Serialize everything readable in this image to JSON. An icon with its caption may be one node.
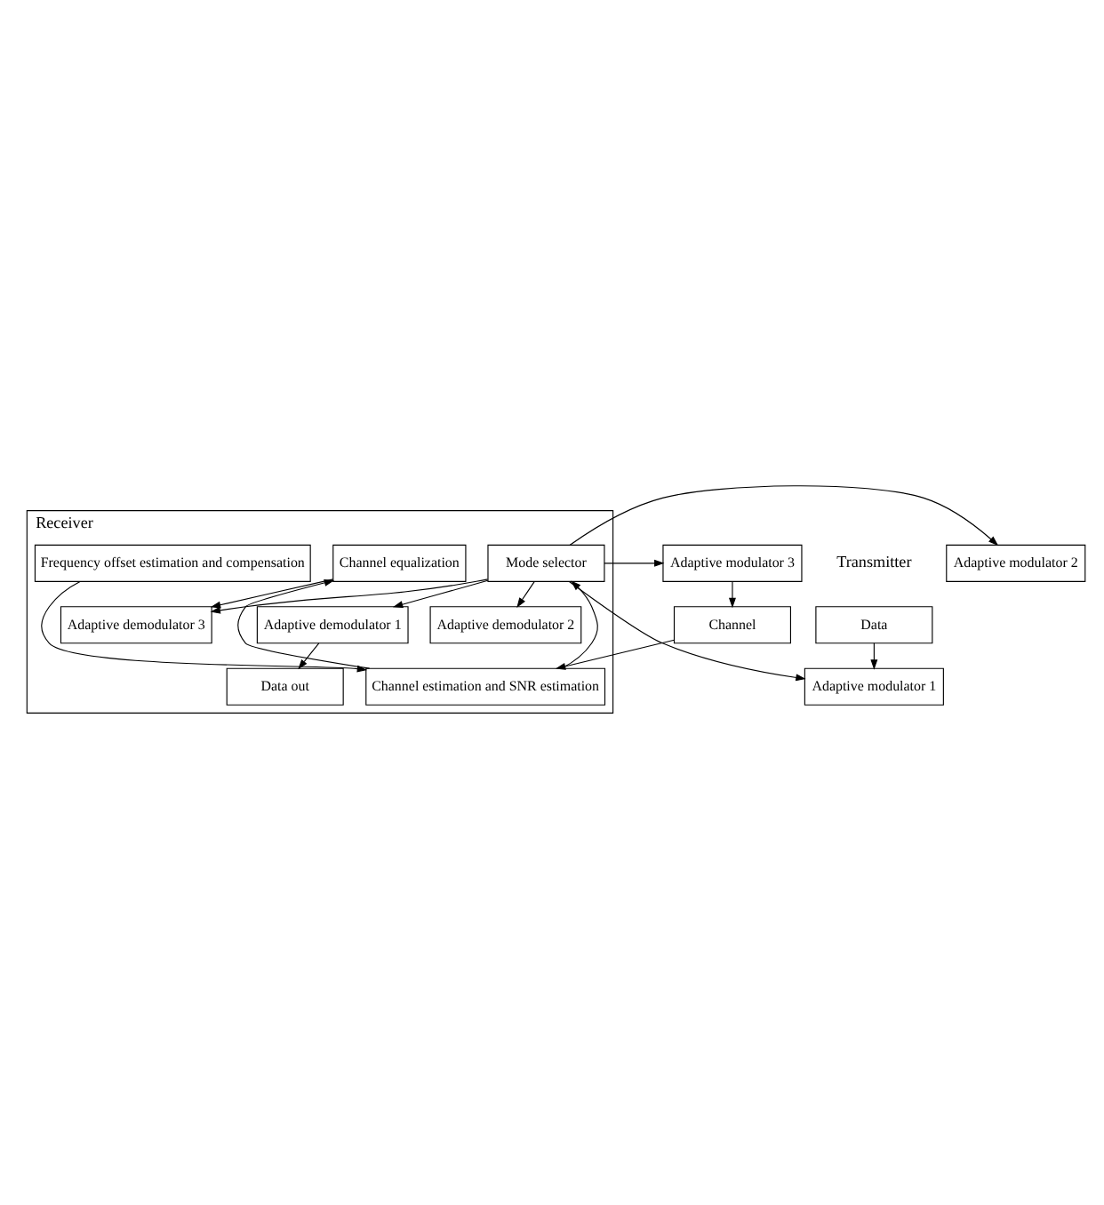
{
  "diagram": {
    "nodes": [
      {
        "text": [
          "Data"
        ]
      },
      {
        "text": [
          "Adaptive modulator 1"
        ]
      },
      {
        "text": [
          "Adaptive modulator 2"
        ]
      },
      {
        "text": [
          "Adaptive modulator 3"
        ]
      },
      {
        "text": [
          "Channel"
        ]
      },
      {
        "text": [
          "Receiver"
        ]
      },
      {
        "text": [
          "Mode selector"
        ],
        "in": 5
      },
      {
        "text": [
          "Data out"
        ],
        "in": 5
      },
      {
        "text": [
          "Adaptive demodulator 1"
        ],
        "in": 5
      },
      {
        "text": [
          "Adaptive demodulator 2"
        ],
        "in": 5
      },
      {
        "text": [
          "Adaptive demodulator 3"
        ],
        "in": 5
      },
      {
        "text": [
          "Channel equalization"
        ],
        "in": 5
      },
      {
        "text": [
          "Channel estimation and SNR estimation"
        ],
        "in": 5
      },
      {
        "text": [
          "Frequency offset estimation and compensation"
        ],
        "in": 5
      }
    ],
    "edges": [
      {
        "from": 0,
        "to": 1,
        "arrow": "to"
      },
      {
        "from": 3,
        "to": 4,
        "arrow": "to"
      },
      {
        "from": 6,
        "to": 1,
        "arrow": "to"
      },
      {
        "from": 6,
        "to": 2,
        "arrow": "to"
      },
      {
        "from": 6,
        "to": 3,
        "arrow": "to"
      },
      {
        "from": 6,
        "to": 8,
        "arrow": "to"
      },
      {
        "from": 6,
        "to": 9,
        "arrow": "to"
      },
      {
        "from": 6,
        "to": 10,
        "arrow": "to"
      },
      {
        "from": 8,
        "to": 7,
        "arrow": "to"
      },
      {
        "from": 4,
        "to": 12,
        "arrow": "to"
      },
      {
        "from": 12,
        "to": 6,
        "arrow": "to"
      },
      {
        "from": 12,
        "to": 11,
        "arrow": "to"
      },
      {
        "from": 11,
        "to": 10,
        "arrow": "to"
      },
      {
        "from": 13,
        "to": 12,
        "arrow": "to"
      }
    ],
    "labels": [
      "Transmitter"
    ]
  }
}
